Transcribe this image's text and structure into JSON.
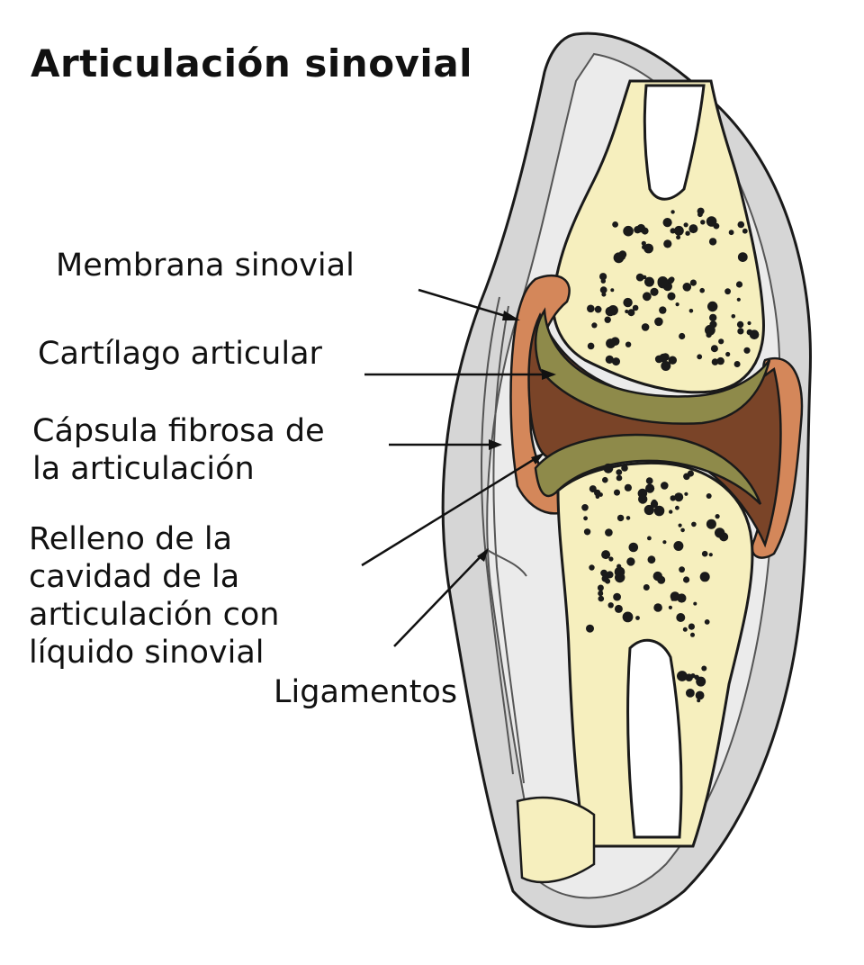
{
  "title": "Articulación sinovial",
  "labels": {
    "membrana": "Membrana sinovial",
    "cartilago": "Cartílago articular",
    "capsula": [
      "Cápsula fibrosa de",
      "la articulación"
    ],
    "relleno": [
      "Relleno de la",
      "cavidad de la",
      "articulación con",
      "líquido sinovial"
    ],
    "ligamentos": "Ligamentos"
  },
  "colors": {
    "bone": "#f6efbe",
    "cartilage": "#8e8a4a",
    "synovial_membrane": "#d4875a",
    "synovial_fluid": "#7a4428",
    "capsule": "#d6d6d6",
    "outline": "#1a1a1a"
  }
}
